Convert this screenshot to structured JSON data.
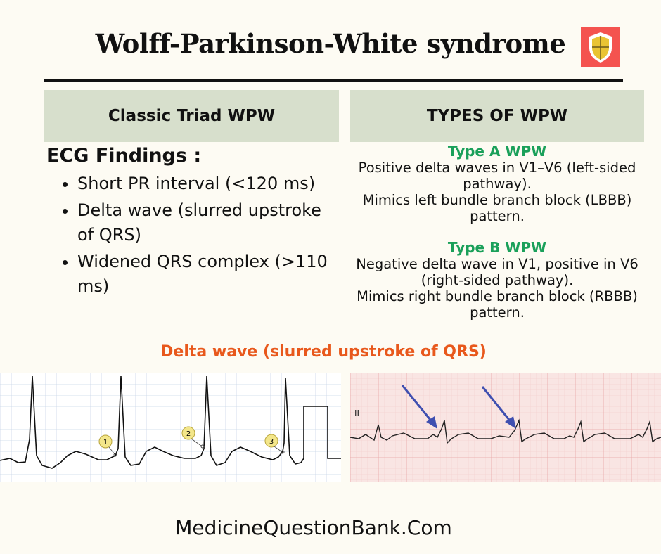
{
  "title": "Wolff-Parkinson-White syndrome",
  "logo_icon": "shield-icon",
  "colors": {
    "header_box": "#d7dfcc",
    "type_title": "#1aa05a",
    "delta_title": "#e8581c",
    "logo_bg": "#f4534f",
    "arrow": "#3f4fb0"
  },
  "left_column": {
    "header": "Classic Triad WPW",
    "heading": "ECG Findings :",
    "items": [
      "Short PR interval (<120 ms)",
      "Delta wave (slurred upstroke of QRS)",
      "Widened QRS complex (>110 ms)"
    ]
  },
  "right_column": {
    "header": "TYPES OF WPW",
    "types": [
      {
        "name": "Type A WPW",
        "lines": [
          "Positive delta waves in V1–V6 (left-sided pathway).",
          "Mimics left bundle branch block (LBBB) pattern."
        ]
      },
      {
        "name": "Type B WPW",
        "lines": [
          "Negative delta wave in V1, positive in V6 (right-sided pathway).",
          "Mimics right bundle branch block (RBBB) pattern."
        ]
      }
    ]
  },
  "delta_title": "Delta wave (slurred upstroke of QRS)",
  "ecg_left": {
    "markers": [
      "1",
      "2",
      "3"
    ]
  },
  "ecg_right": {
    "lead_label": "II"
  },
  "footer": "MedicineQuestionBank.Com"
}
